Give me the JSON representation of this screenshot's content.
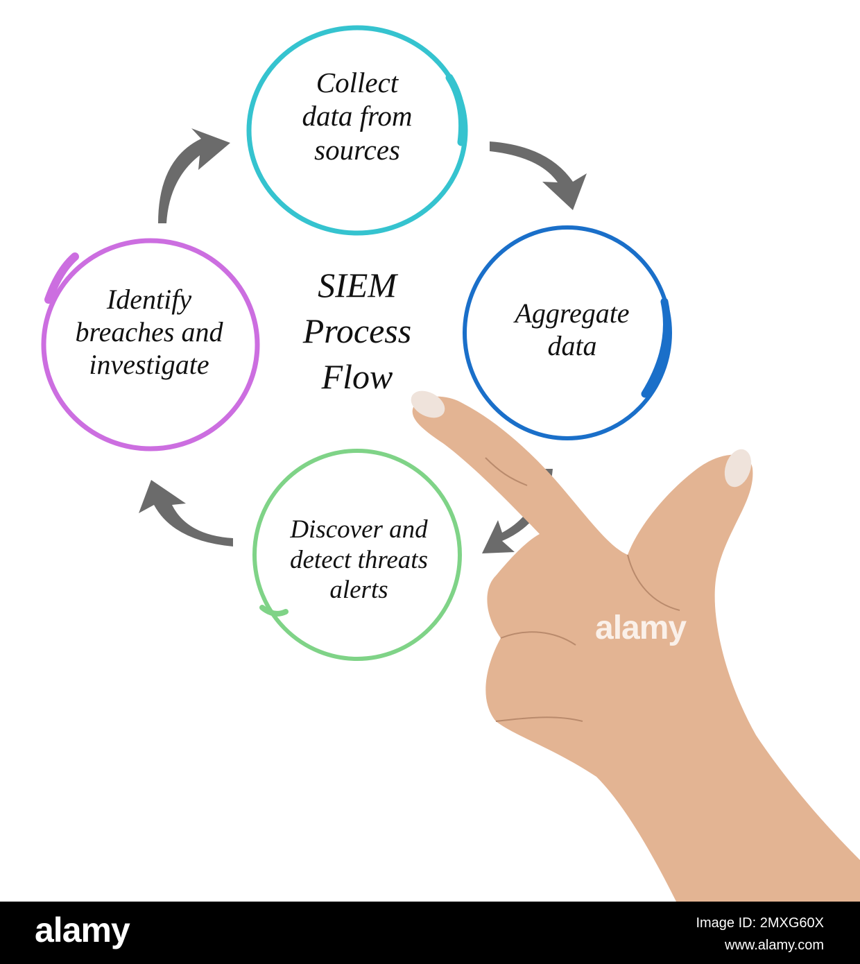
{
  "diagram": {
    "title": "SIEM\nProcess\nFlow",
    "steps": [
      {
        "label": "Collect\ndata from\nsources",
        "color": "#35c3cf"
      },
      {
        "label": "Aggregate\ndata",
        "color": "#1a6fc9"
      },
      {
        "label": "Discover and\ndetect threats\nalerts",
        "color": "#7fd387"
      },
      {
        "label": "Identify\nbreaches and\ninvestigate",
        "color": "#cc6ee0"
      }
    ],
    "arrow_color": "#6b6b6b"
  },
  "photo": {
    "skin_color": "#e3b493",
    "nail_color": "#efe3db"
  },
  "watermark": {
    "text": "alamy"
  },
  "footer": {
    "logo": "alamy",
    "image_id": "Image ID: 2MXG60X",
    "url": "www.alamy.com"
  }
}
